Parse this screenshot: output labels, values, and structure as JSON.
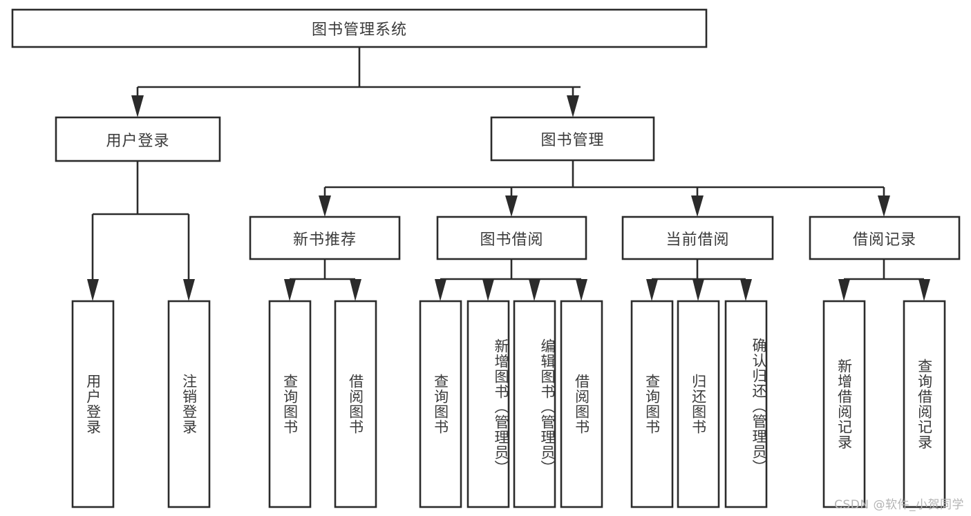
{
  "diagram": {
    "title": "图书管理系统",
    "type": "tree-hierarchy-diagram",
    "root": {
      "label": "图书管理系统"
    },
    "level2": [
      {
        "label": "用户登录"
      },
      {
        "label": "图书管理"
      }
    ],
    "level3": [
      {
        "label": "新书推荐"
      },
      {
        "label": "图书借阅"
      },
      {
        "label": "当前借阅"
      },
      {
        "label": "借阅记录"
      }
    ],
    "leaves": {
      "user_login": [
        {
          "label": "用户登录"
        },
        {
          "label": "注销登录"
        }
      ],
      "new_book_recommend": [
        {
          "label": "查询图书"
        },
        {
          "label": "借阅图书"
        }
      ],
      "book_borrow": [
        {
          "label": "查询图书"
        },
        {
          "label": "新增图书（管理员）"
        },
        {
          "label": "编辑图书（管理员）"
        },
        {
          "label": "借阅图书"
        }
      ],
      "current_borrow": [
        {
          "label": "查询图书"
        },
        {
          "label": "归还图书"
        },
        {
          "label": "确认归还（管理员）"
        }
      ],
      "borrow_record": [
        {
          "label": "新增借阅记录"
        },
        {
          "label": "查询借阅记录"
        }
      ]
    }
  },
  "watermark": {
    "text": "CSDN @软件_小贺同学"
  },
  "colors": {
    "stroke": "#2b2b2b",
    "fill": "#ffffff",
    "text": "#3a3a3a",
    "watermark": "#b4b4b4"
  }
}
